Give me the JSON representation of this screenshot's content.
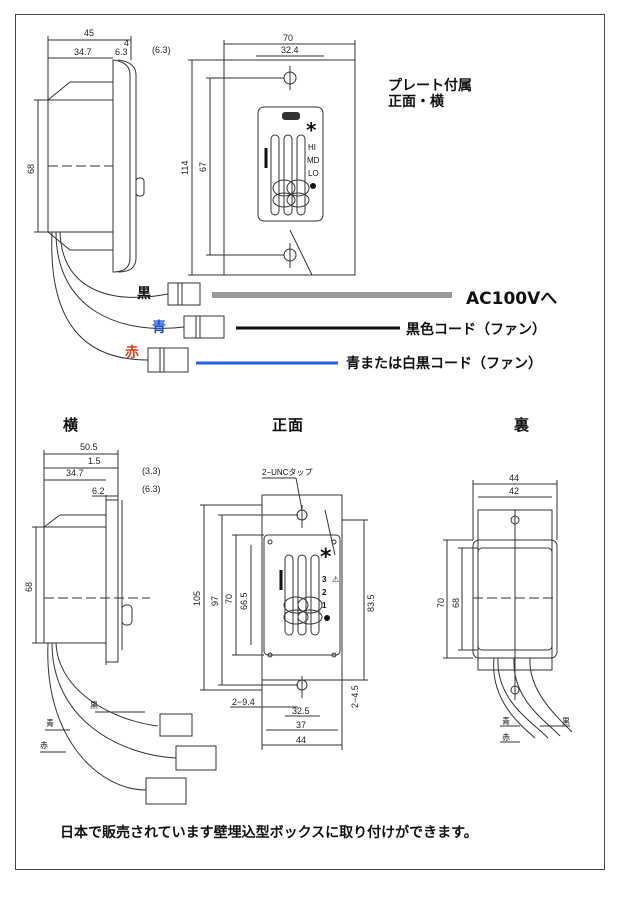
{
  "top": {
    "plate_note": [
      "プレート付属",
      "正面・横"
    ],
    "dims_side": {
      "d45": "45",
      "d4": "4",
      "d34_7": "34.7",
      "d6_3": "6.3",
      "d6_3p": "(6.3)",
      "d68": "68"
    },
    "dims_front": {
      "d70": "70",
      "d32_4": "32.4",
      "d114": "114",
      "d67": "67"
    },
    "switch_marks": {
      "star": "*",
      "hi": "HI",
      "md": "MD",
      "lo": "LO"
    },
    "wires": {
      "black": {
        "tag": "黒",
        "tag_color": "#111111",
        "dest": "AC100Vへ",
        "line_color": "#9a9a9a"
      },
      "blue": {
        "tag": "青",
        "tag_color": "#1f4fd8",
        "dest": "黒色コード（ファン）",
        "line_color": "#111111"
      },
      "red": {
        "tag": "赤",
        "tag_color": "#e0401a",
        "dest": "青または白黒コード（ファン）",
        "line_color": "#2a5fe0"
      }
    }
  },
  "bottom": {
    "headings": {
      "side": "横",
      "front": "正面",
      "back": "裏"
    },
    "side_dims": {
      "d50_5": "50.5",
      "d1_5": "1.5",
      "d34_7": "34.7",
      "d3_3": "(3.3)",
      "d6_2": "6.2",
      "d6_3": "(6.3)",
      "d68": "68"
    },
    "side_wires": {
      "black": "黒",
      "blue": "青",
      "red": "赤"
    },
    "front_dims": {
      "tap": "2−UNCタップ",
      "d105": "105",
      "d97": "97",
      "d70": "70",
      "d66_5": "66.5",
      "d83_5": "83.5",
      "d2_9_4": "2−9.4",
      "d2_4_5": "2−4.5",
      "d32_5": "32.5",
      "d37": "37",
      "d44": "44"
    },
    "front_marks": {
      "star": "*",
      "s3": "3",
      "s2": "2",
      "s1": "1",
      "warn": "⚠"
    },
    "back_dims": {
      "d44": "44",
      "d42": "42",
      "d70": "70",
      "d68": "68"
    },
    "back_wires": {
      "blue": "青",
      "red": "赤",
      "black": "黒"
    }
  },
  "footer": "日本で販売されています壁埋込型ボックスに取り付けができます。"
}
